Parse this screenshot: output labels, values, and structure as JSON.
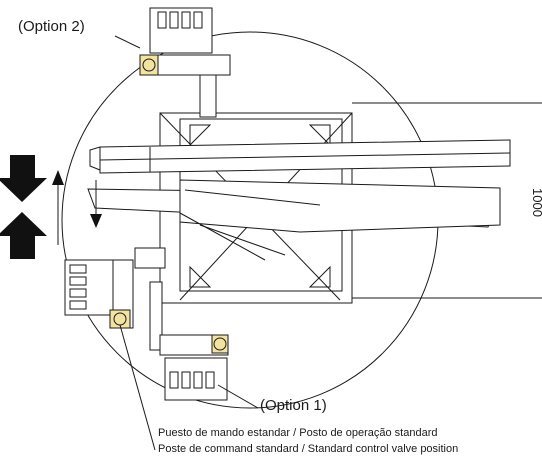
{
  "labels": {
    "option_2": "(Option 2)",
    "option_1": "(Option 1)",
    "caption_line1": "Puesto de mando estandar / Posto de operação standard",
    "caption_line2": "Poste de command standard / Standard control valve position"
  },
  "dimension": "1000",
  "colors": {
    "line": "#1a1a1a",
    "yellow_accent": "#f2e3a0",
    "arrow_fill": "#111111"
  },
  "icons": [
    "double-arrow-icon",
    "control-valve-unit-icon",
    "rotation-arrow-icon"
  ]
}
